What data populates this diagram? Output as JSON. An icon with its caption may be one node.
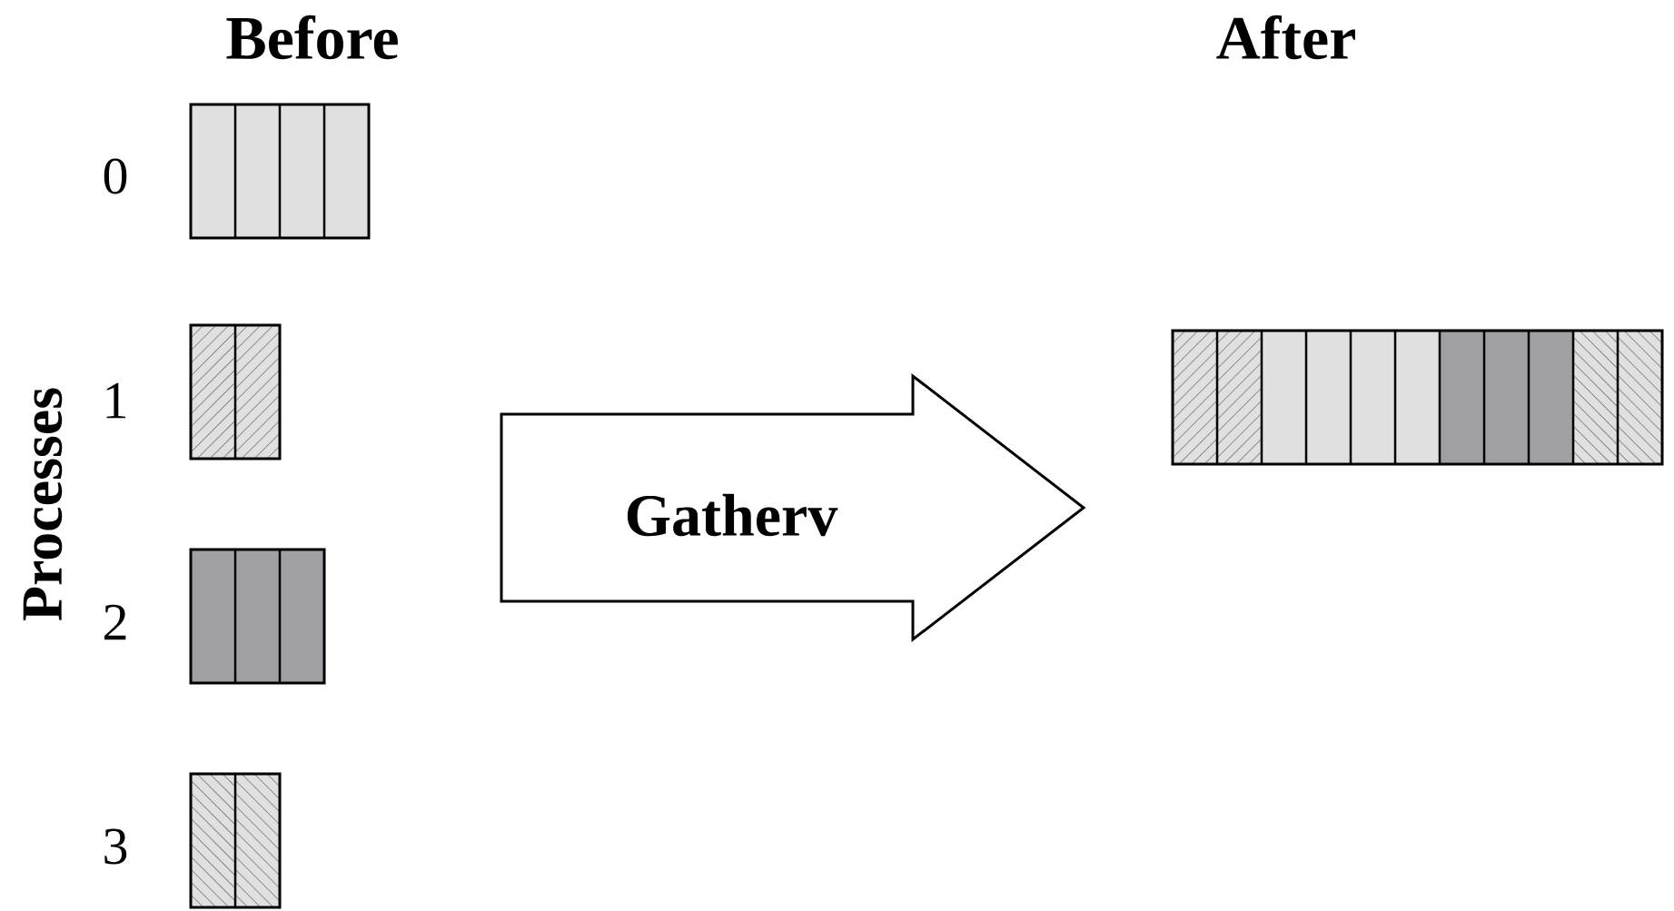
{
  "diagram": {
    "nodes": [
      {
        "text": [],
        "shape": "box",
        "beside": [
          "0"
        ]
      },
      {
        "text": [],
        "shape": "box",
        "beside": [
          "1"
        ]
      },
      {
        "text": [],
        "shape": "box",
        "beside": [
          "2"
        ]
      },
      {
        "text": [],
        "shape": "box",
        "beside": [
          "3"
        ]
      },
      {
        "text": [
          "Gatherv"
        ]
      },
      {
        "text": [],
        "shape": "box"
      }
    ],
    "labels": [
      "Before",
      "After",
      "Processes"
    ]
  }
}
